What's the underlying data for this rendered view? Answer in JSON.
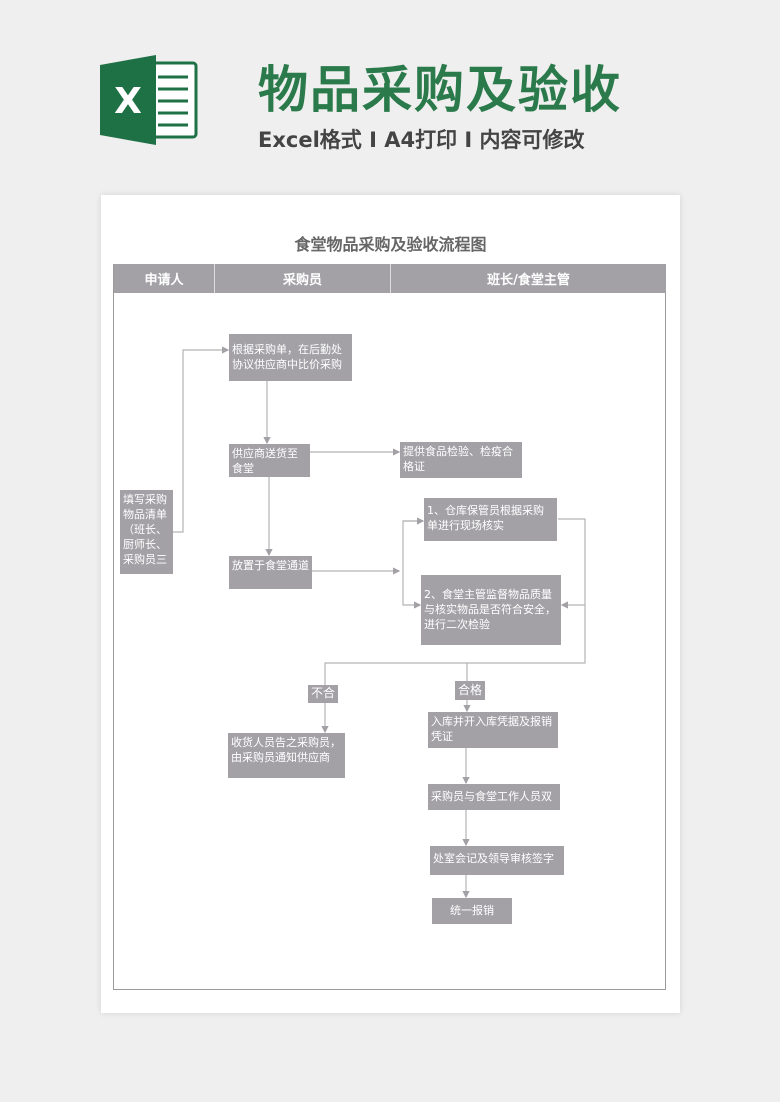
{
  "banner": {
    "title": "物品采购及验收",
    "subtitle": "Excel格式 Ⅰ A4打印 Ⅰ 内容可修改",
    "logo_text": "X"
  },
  "document": {
    "title": "食堂物品采购及验收流程图",
    "columns": [
      "申请人",
      "采购员",
      "班长/食堂主管"
    ],
    "steps": {
      "apply": "填写采购物品清单（班长、厨师长、采购员三",
      "purchase": "根据采购单，在后勤处协议供应商中比价采购",
      "deliver": "供应商送货至食堂",
      "certificate": "提供食品检验、检疫合格证",
      "place": "放置于食堂通道",
      "check1": "1、仓库保管员根据采购单进行现场核实",
      "check2": "2、食堂主管监督物品质量与核实物品是否符合安全，进行二次检验",
      "fail_label": "不合",
      "pass_label": "合格",
      "notify": "收货人员告之采购员，由采购员通知供应商",
      "store": "入库并开入库凭据及报销凭证",
      "double": "采购员与食堂工作人员双",
      "sign": "处室会记及领导审核签字",
      "reimburse": "统一报销"
    }
  }
}
